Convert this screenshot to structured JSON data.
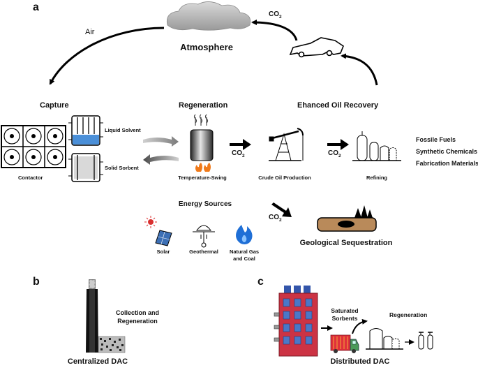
{
  "panels": {
    "a": "a",
    "b": "b",
    "c": "c"
  },
  "top": {
    "atmosphere": "Atmosphere",
    "air": "Air",
    "co2_top": "CO",
    "co2_sub": "2"
  },
  "sections": {
    "capture": "Capture",
    "regeneration": "Regeneration",
    "eor": "Ehanced Oil Recovery"
  },
  "capture": {
    "liquid_solvent": "Liquid Solvent",
    "solid_sorbent": "Solid Sorbent",
    "contactor": "Contactor"
  },
  "regen": {
    "temperature_swing": "Temperature-Swing",
    "co2": "CO",
    "co2_sub": "2"
  },
  "eor": {
    "crude_oil": "Crude Oil Production",
    "co2": "CO",
    "co2_sub": "2",
    "refining": "Refining"
  },
  "products": [
    "Fossile Fuels",
    "Synthetic Chemicals",
    "Fabrication Materials"
  ],
  "energy": {
    "title": "Energy Sources",
    "solar": "Solar",
    "geothermal": "Geothermal",
    "natural_gas_line1": "Natural Gas",
    "natural_gas_line2": "and Coal"
  },
  "sequestration": {
    "co2": "CO",
    "co2_sub": "2",
    "label": "Geological Sequestration"
  },
  "panel_b": {
    "collection_line1": "Collection and",
    "collection_line2": "Regeneration",
    "caption": "Centralized DAC"
  },
  "panel_c": {
    "saturated_line1": "Saturated",
    "saturated_line2": "Sorbents",
    "regeneration": "Regeneration",
    "caption": "Distributed DAC"
  },
  "colors": {
    "building": "#cc3344",
    "window": "#4a78c8",
    "roof": "#3355aa",
    "truck": "#e0303a",
    "cargo_line": "#f2a93b",
    "solar": "#3c6fb5",
    "flame": "#1f6fd6",
    "regen_flame": "#f07a1a",
    "rock": "#b98a5a"
  }
}
